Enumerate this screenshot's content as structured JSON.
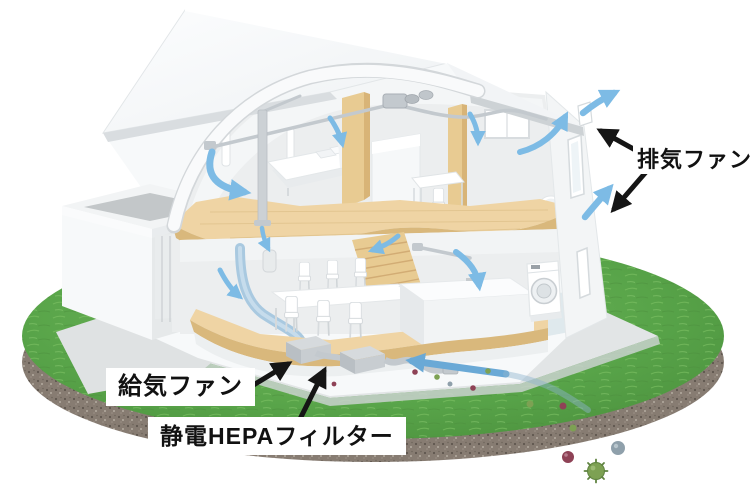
{
  "figure": {
    "type": "house-ventilation-cutaway-diagram"
  },
  "labels": {
    "exhaust_fan": "排気ファン",
    "supply_fan": "給気ファン",
    "hepa_filter": "静電HEPAフィルター"
  },
  "icons": {
    "airflow_arrow": "curved-blue-arrow",
    "pointer_arrow": "straight-black-arrow"
  },
  "colors": {
    "background": "#ffffff",
    "label-text": "#111111",
    "pointer-black": "#151515",
    "arrow-blue": "#7dbbe5",
    "arrow-blue-faint": "#aacdе8",
    "duct-gray": "#c3c9ce",
    "duct-blue": "#a9c9e0",
    "grass-green": "#58a449",
    "grass-light": "#7cc163",
    "grass-dark": "#4c8f3e",
    "soil-brown": "#8b8076",
    "soil-dark": "#6e655c",
    "concrete": "#e2e5e6",
    "wall-white": "#f7f9fa",
    "wall-shade": "#e9ecee",
    "interior-wall": "#eceeef",
    "roof-white": "#fafbfc",
    "roof-fascia": "#cdd2d5",
    "wood-floor": "#efd4a4",
    "wood-edge": "#d9b87c",
    "wood-panel": "#e8cb92",
    "laundry-floor": "#dfe9ed",
    "furniture-white": "#ffffff",
    "furniture-shadow": "#e2e6e8",
    "particle-red": "#8e4256",
    "particle-green": "#7da153",
    "particle-gray": "#8fa0ab"
  }
}
